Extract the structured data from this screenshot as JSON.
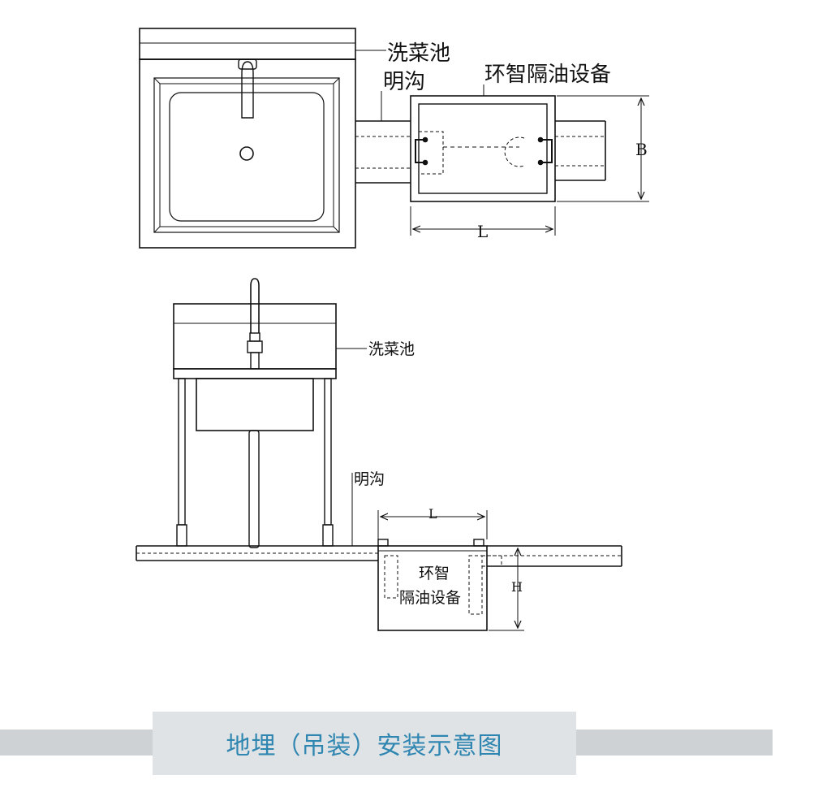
{
  "top_view": {
    "sink_label": "洗菜池",
    "drain_label": "明沟",
    "device_label": "环智隔油设备",
    "dim_width": "B",
    "dim_length": "L"
  },
  "side_view": {
    "sink_label": "洗菜池",
    "drain_label": "明沟",
    "dim_length": "L",
    "dim_height": "H",
    "device_label_line1": "环智",
    "device_label_line2": "隔油设备"
  },
  "footer": {
    "title": "地埋（吊装）安装示意图",
    "accent_color": "#2f86b0",
    "bar_color": "#cfd2d4"
  }
}
